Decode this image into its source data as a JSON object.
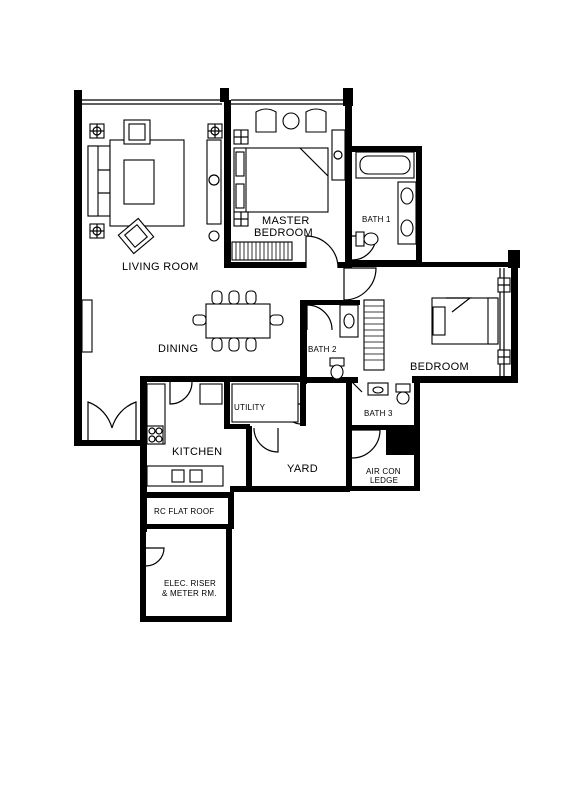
{
  "rooms": {
    "living_room": "LIVING ROOM",
    "master_bedroom_1": "MASTER",
    "master_bedroom_2": "BEDROOM",
    "bath1": "BATH 1",
    "dining": "DINING",
    "bath2": "BATH 2",
    "bedroom": "BEDROOM",
    "utility": "UTILITY",
    "bath3": "BATH 3",
    "kitchen": "KITCHEN",
    "yard": "YARD",
    "aircon_1": "AIR CON",
    "aircon_2": "LEDGE",
    "rc_flat_roof": "RC FLAT ROOF",
    "elec_riser_1": "ELEC. RISER",
    "elec_riser_2": "& METER RM."
  },
  "icons": {
    "door_swing": "door-arc-icon",
    "bed": "bed-icon",
    "toilet": "toilet-icon",
    "sink": "sink-icon",
    "bathtub": "bathtub-icon",
    "sofa": "sofa-icon",
    "armchair": "armchair-icon",
    "dining_table": "dining-table-icon",
    "lamp": "lamp-icon"
  }
}
